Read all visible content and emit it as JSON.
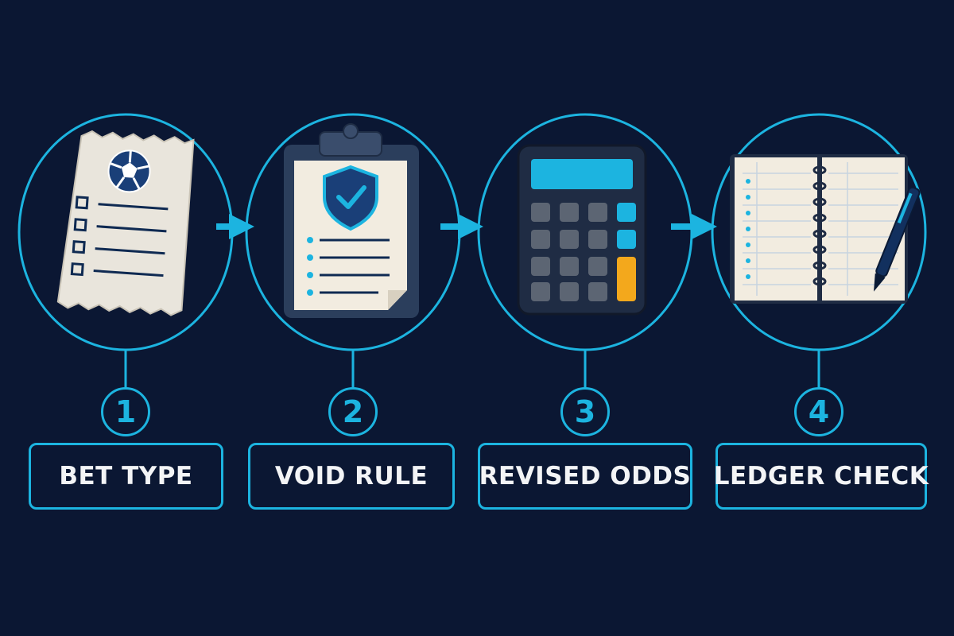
{
  "accent_color": "#1cb4e0",
  "background_color": "#0b1733",
  "steps": [
    {
      "number": "1",
      "label": "BET TYPE",
      "icon": "bet-slip-icon"
    },
    {
      "number": "2",
      "label": "VOID RULE",
      "icon": "clipboard-shield-icon"
    },
    {
      "number": "3",
      "label": "REVISED ODDS",
      "icon": "calculator-icon"
    },
    {
      "number": "4",
      "label": "LEDGER CHECK",
      "icon": "notebook-pen-icon"
    }
  ]
}
